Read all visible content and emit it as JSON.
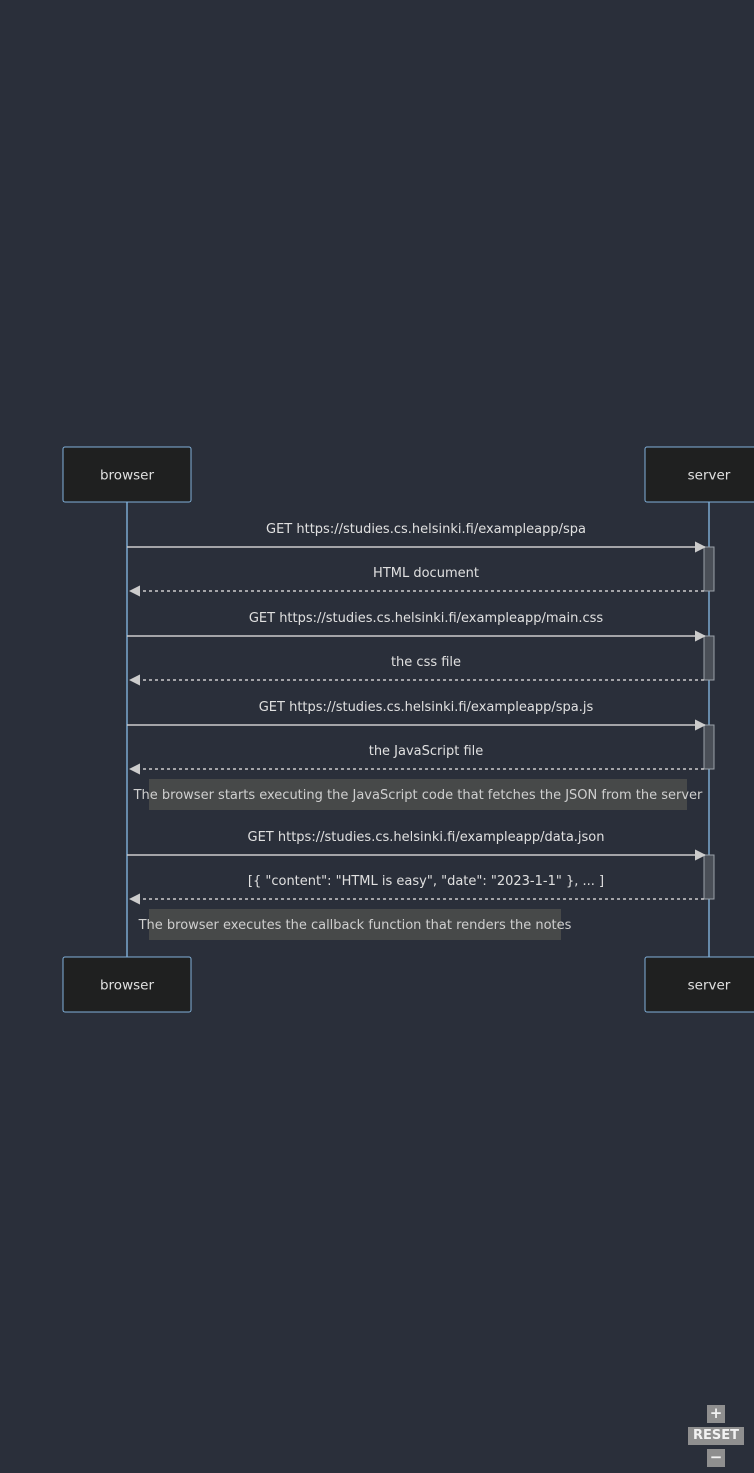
{
  "diagram": {
    "participants": [
      {
        "id": "browser",
        "label": "browser"
      },
      {
        "id": "server",
        "label": "server"
      }
    ],
    "messages": [
      {
        "from": "browser",
        "to": "server",
        "label": "GET https://studies.cs.helsinki.fi/exampleapp/spa",
        "style": "solid"
      },
      {
        "from": "server",
        "to": "browser",
        "label": "HTML document",
        "style": "dashed"
      },
      {
        "from": "browser",
        "to": "server",
        "label": "GET https://studies.cs.helsinki.fi/exampleapp/main.css",
        "style": "solid"
      },
      {
        "from": "server",
        "to": "browser",
        "label": "the css file",
        "style": "dashed"
      },
      {
        "from": "browser",
        "to": "server",
        "label": "GET https://studies.cs.helsinki.fi/exampleapp/spa.js",
        "style": "solid"
      },
      {
        "from": "server",
        "to": "browser",
        "label": "the JavaScript file",
        "style": "dashed"
      },
      {
        "note": "The browser starts executing the JavaScript code that fetches the JSON from the server"
      },
      {
        "from": "browser",
        "to": "server",
        "label": "GET https://studies.cs.helsinki.fi/exampleapp/data.json",
        "style": "solid"
      },
      {
        "from": "server",
        "to": "browser",
        "label": "[{ \"content\": \"HTML is easy\", \"date\": \"2023-1-1\" }, ... ]",
        "style": "dashed"
      },
      {
        "note": "The browser executes the callback function that renders the notes"
      }
    ],
    "colors": {
      "background": "#2a2f3a",
      "actor_fill": "#1f2020",
      "actor_border": "#81b1db",
      "lifeline": "#81b1db",
      "arrow": "#cccccc",
      "text": "#e0e0e0",
      "note_fill": "#474949",
      "activation_fill": "#4a4f57"
    }
  },
  "controls": {
    "zoom_in": "+",
    "reset": "RESET",
    "zoom_out": "−"
  }
}
